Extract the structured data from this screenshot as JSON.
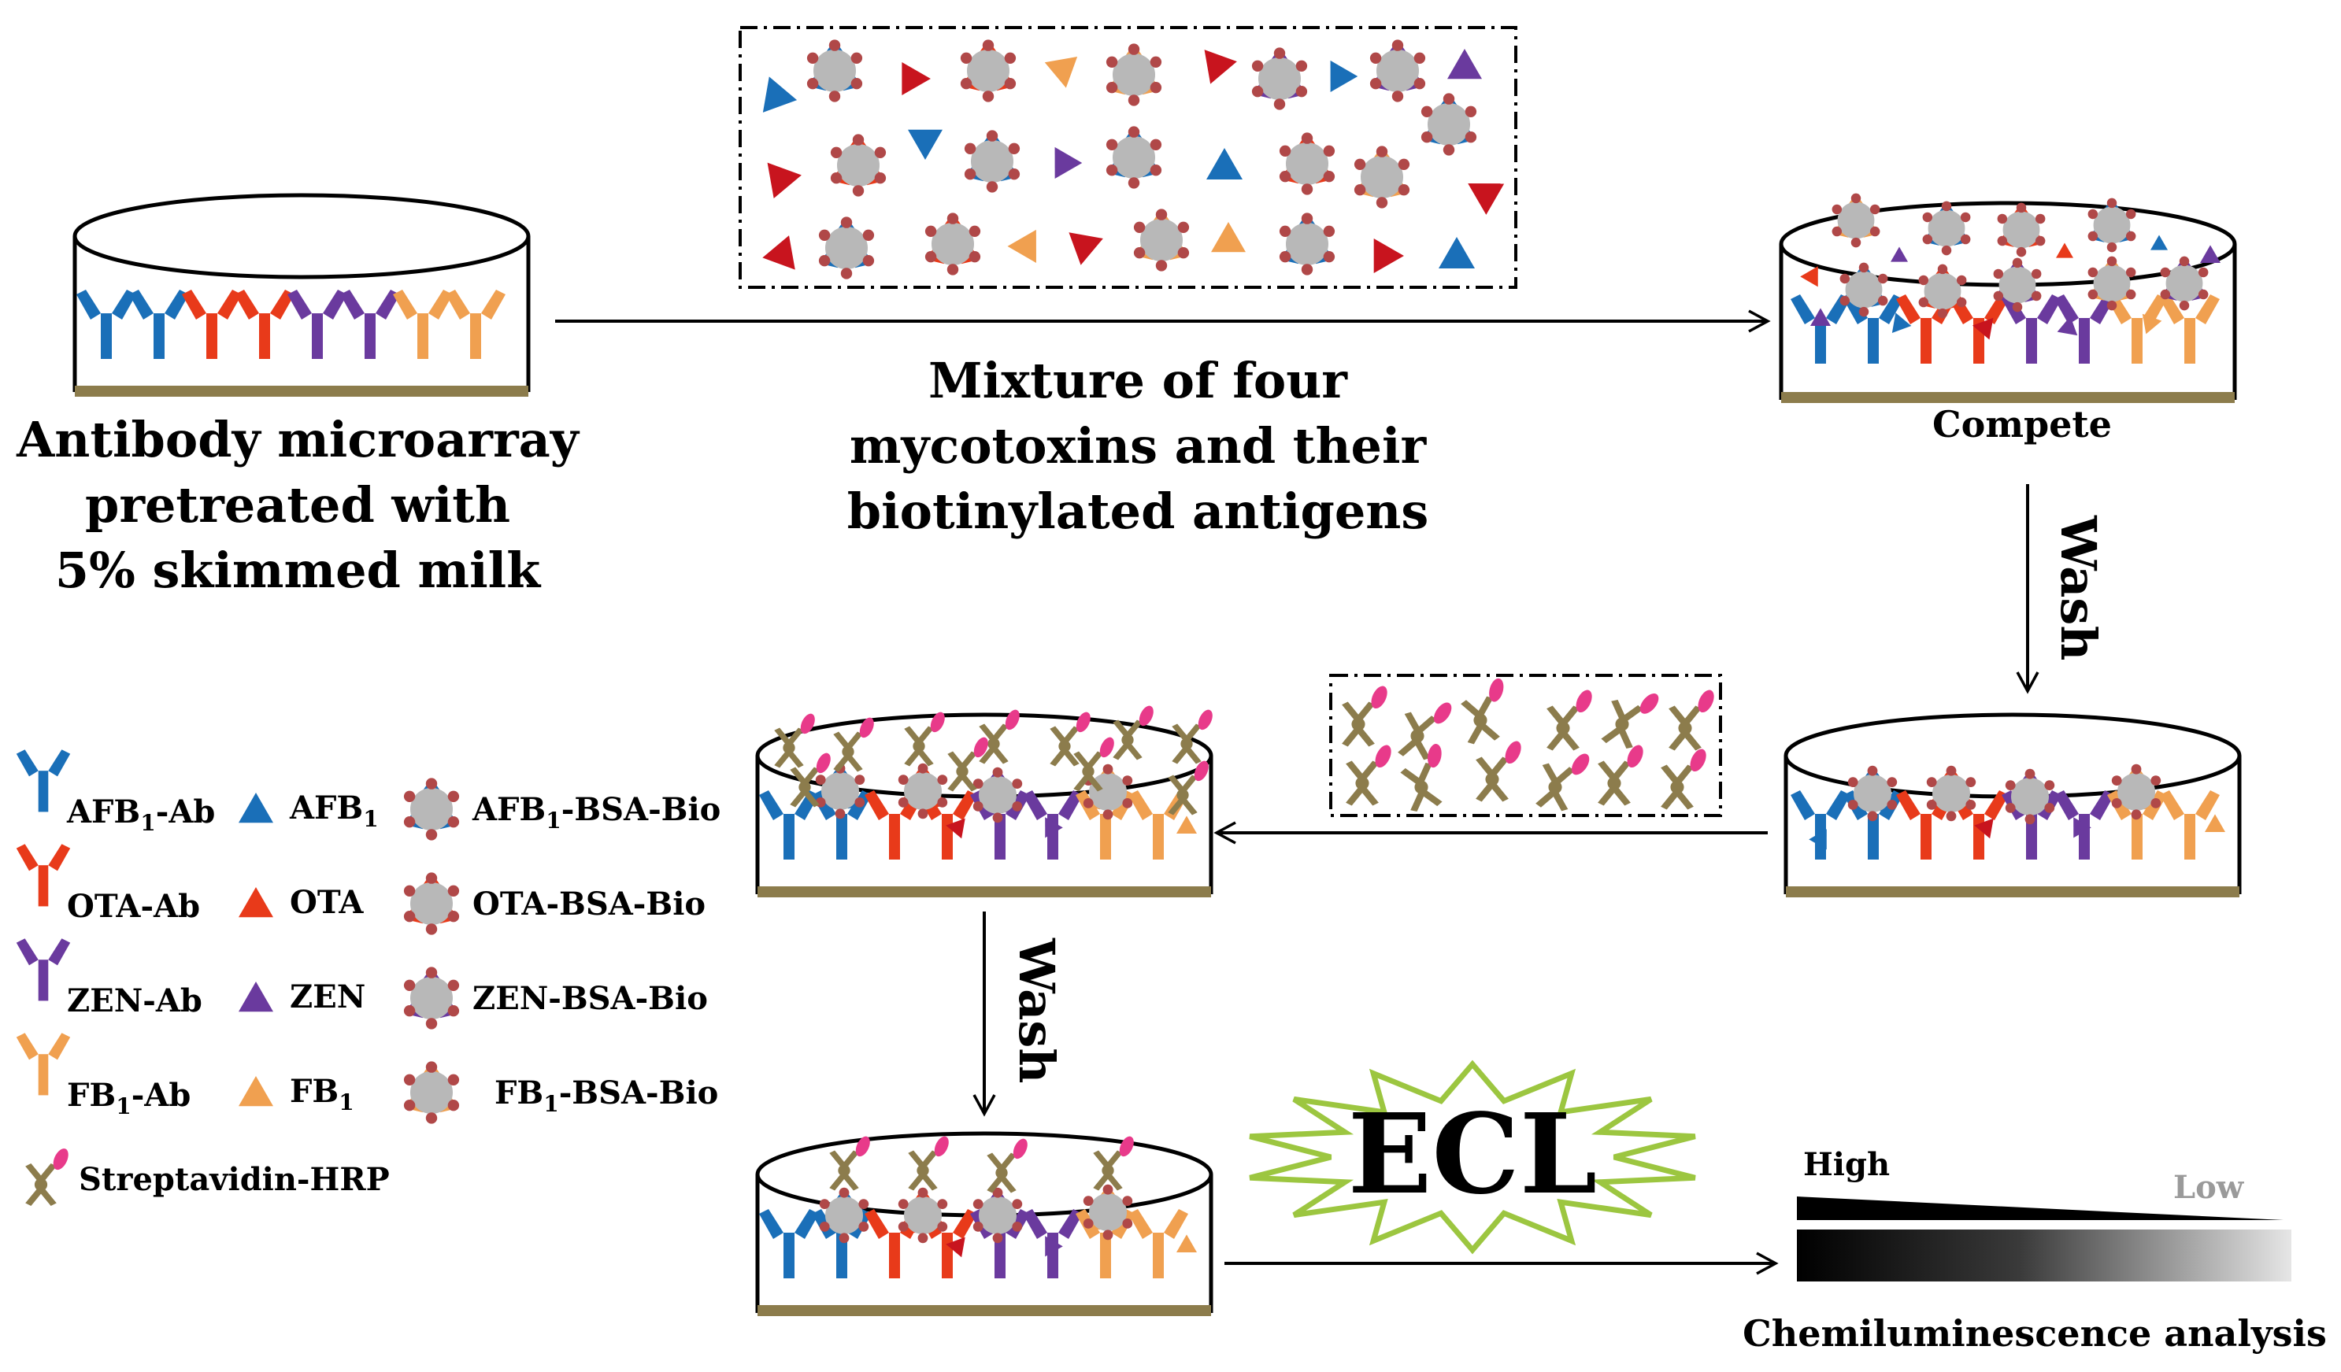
{
  "labels": {
    "start": [
      "Antibody  microarray",
      "pretreated with",
      "5% skimmed milk"
    ],
    "mixture": [
      "Mixture of  four",
      "mycotoxins and their",
      "biotinylated antigens"
    ],
    "compete": "Compete",
    "wash1": "Wash",
    "wash2": "Wash",
    "ecl": "ECL",
    "high": "High",
    "low": "Low",
    "analysis": "Chemiluminescence analysis"
  },
  "legend": [
    {
      "id": "afb1",
      "ab": "AFB",
      "ab_sub": "1",
      "ab_suffix": "-Ab",
      "toxin": "AFB",
      "toxin_sub": "1",
      "toxin_suffix": "",
      "conj": "AFB",
      "conj_sub": "1",
      "conj_suffix": "-BSA-Bio",
      "color": "#1a6fb8"
    },
    {
      "id": "ota",
      "ab": "OTA-Ab",
      "ab_sub": "",
      "ab_suffix": "",
      "toxin": "OTA",
      "toxin_sub": "",
      "toxin_suffix": "",
      "conj": "OTA-BSA-Bio",
      "conj_sub": "",
      "conj_suffix": "",
      "color": "#e83a1a"
    },
    {
      "id": "zen",
      "ab": "ZEN-Ab",
      "ab_sub": "",
      "ab_suffix": "",
      "toxin": "ZEN",
      "toxin_sub": "",
      "toxin_suffix": "",
      "conj": "ZEN-BSA-Bio",
      "conj_sub": "",
      "conj_suffix": "",
      "color": "#6a3a9e"
    },
    {
      "id": "fb1",
      "ab": "FB",
      "ab_sub": "1",
      "ab_suffix": "-Ab",
      "toxin": "FB",
      "toxin_sub": "1",
      "toxin_suffix": "",
      "conj": "FB",
      "conj_sub": "1",
      "conj_suffix": "-BSA-Bio",
      "color": "#f0a050"
    }
  ],
  "streptavidin": "Streptavidin-HRP",
  "colors": {
    "afb1": "#1a6fb8",
    "ota": "#e83a1a",
    "ota_dark": "#c8141e",
    "zen": "#6a3a9e",
    "fb1": "#f0a050",
    "bsa": "#b8b8b8",
    "biotin": "#b04848",
    "strep": "#8c7c4c",
    "hrp": "#e83a8a",
    "base": "#8c7c4c",
    "ecl_burst": "#9cc640"
  }
}
